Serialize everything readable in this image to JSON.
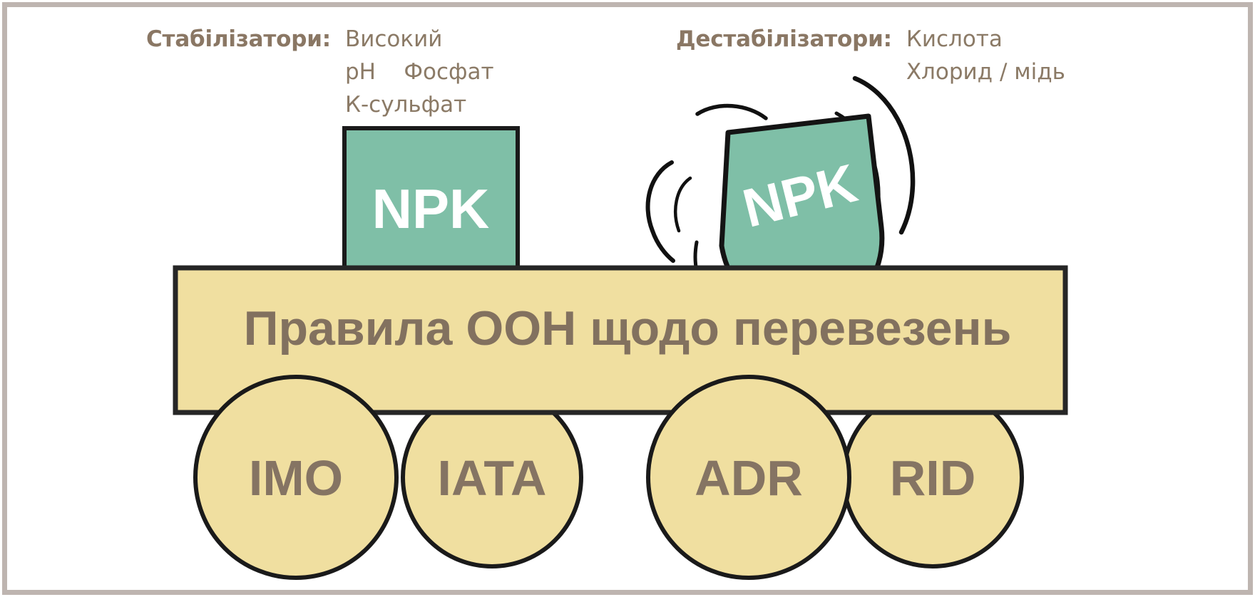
{
  "figure": {
    "title": "NPK transport stability diagram",
    "frame_color": "#beb5b0",
    "background": "#ffffff"
  },
  "annotations": {
    "stabilizers": {
      "heading": "Стабілізатори:",
      "lines": [
        "Високий",
        "pH    Фосфат",
        "К-сульфат"
      ]
    },
    "destabilizers": {
      "heading": "Дестабілізатори:",
      "lines": [
        "Кислота",
        "Хлорид / мідь"
      ]
    }
  },
  "blocks": {
    "stable": {
      "label": "NPK",
      "fill": "#7fbfa7",
      "stroke": "#1a1a1a",
      "state": "stable-upright-square"
    },
    "unstable": {
      "label": "NPK",
      "fill": "#7fbfa7",
      "stroke": "#1a1a1a",
      "state": "wobbling-round-bottom",
      "motion_marks": 6
    }
  },
  "banner": {
    "label": "Правила ООН щодо перевезень",
    "fill": "#f0dfa0",
    "stroke": "#262626",
    "text_color": "#82715f"
  },
  "wheels": [
    {
      "label": "IMO",
      "fill": "#f0dfa0",
      "stroke": "#1a1a1a"
    },
    {
      "label": "IATA",
      "fill": "#f0dfa0",
      "stroke": "#1a1a1a"
    },
    {
      "label": "ADR",
      "fill": "#f0dfa0",
      "stroke": "#1a1a1a"
    },
    {
      "label": "RID",
      "fill": "#f0dfa0",
      "stroke": "#1a1a1a"
    }
  ]
}
